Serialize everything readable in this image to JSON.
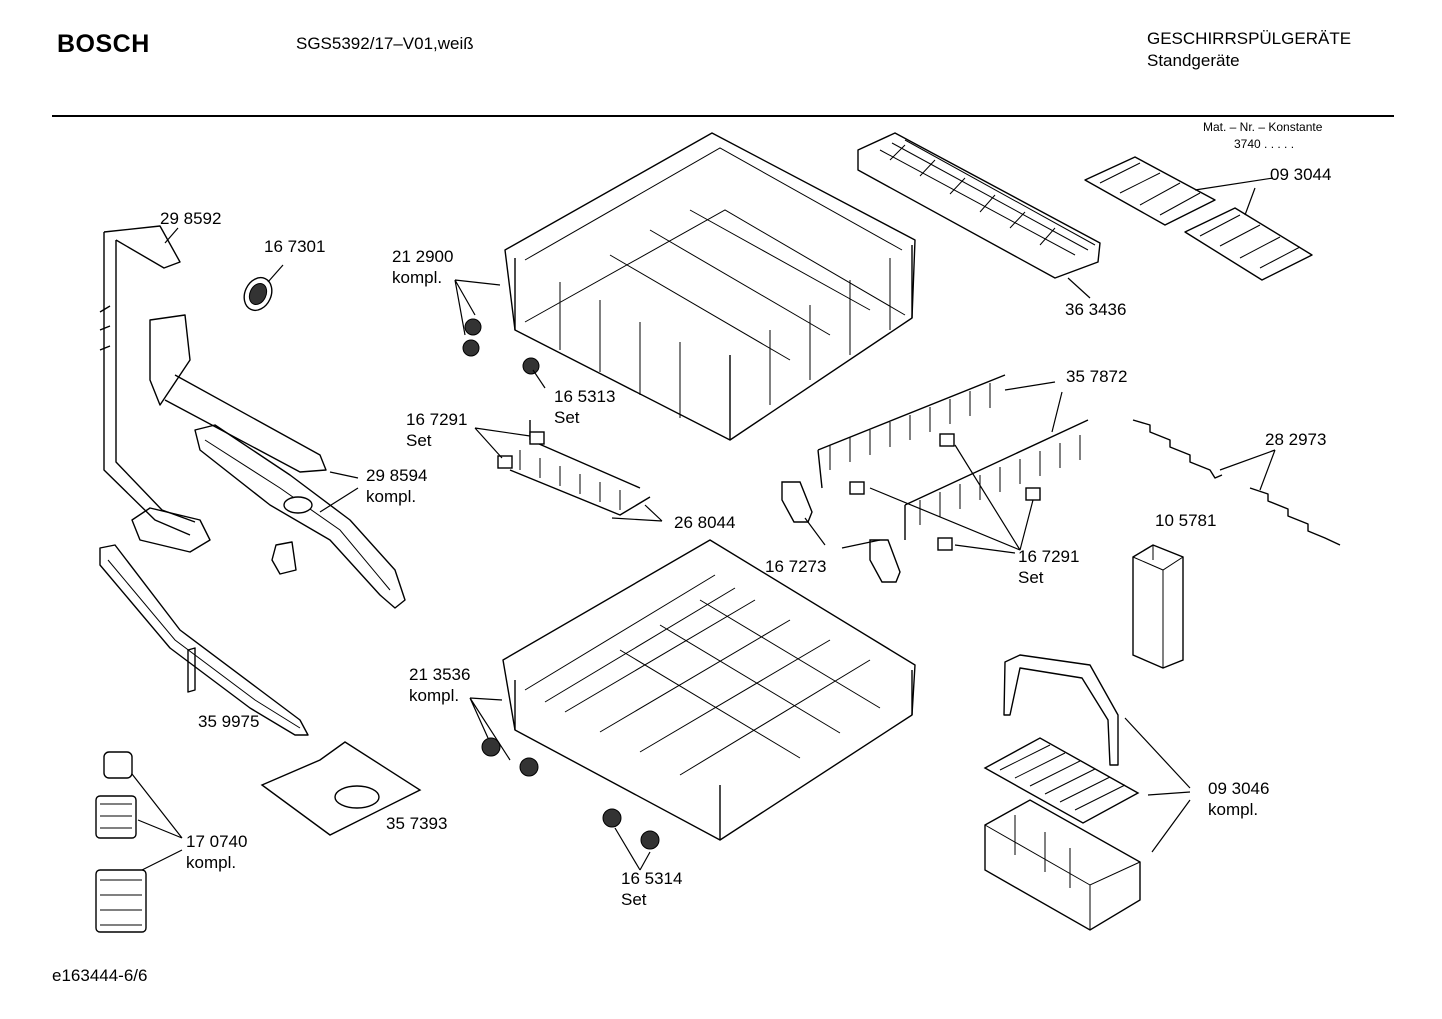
{
  "header": {
    "brand": "BOSCH",
    "model": "SGS5392/17–V01,weiß",
    "category_line1": "GESCHIRRSPÜLGERÄTE",
    "category_line2": "Standgeräte",
    "mat_nr_label": "Mat. – Nr. – Konstante",
    "mat_nr_value": "3740 .  .  .  .  ."
  },
  "parts": [
    {
      "number": "29 8592",
      "note": ""
    },
    {
      "number": "16 7301",
      "note": ""
    },
    {
      "number": "21 2900",
      "note": "kompl."
    },
    {
      "number": "16 5313",
      "note": "Set"
    },
    {
      "number": "16 7291",
      "note": "Set"
    },
    {
      "number": "29 8594",
      "note": "kompl."
    },
    {
      "number": "26 8044",
      "note": ""
    },
    {
      "number": "36 3436",
      "note": ""
    },
    {
      "number": "09 3044",
      "note": ""
    },
    {
      "number": "35 7872",
      "note": ""
    },
    {
      "number": "28 2973",
      "note": ""
    },
    {
      "number": "10 5781",
      "note": ""
    },
    {
      "number": "16 7273",
      "note": ""
    },
    {
      "number": "16 7291",
      "note": "Set"
    },
    {
      "number": "21 3536",
      "note": "kompl."
    },
    {
      "number": "35 9975",
      "note": ""
    },
    {
      "number": "35 7393",
      "note": ""
    },
    {
      "number": "17 0740",
      "note": "kompl."
    },
    {
      "number": "16 5314",
      "note": "Set"
    },
    {
      "number": "09 3046",
      "note": "kompl."
    }
  ],
  "footer": {
    "doc_id": "e163444-6/6"
  }
}
